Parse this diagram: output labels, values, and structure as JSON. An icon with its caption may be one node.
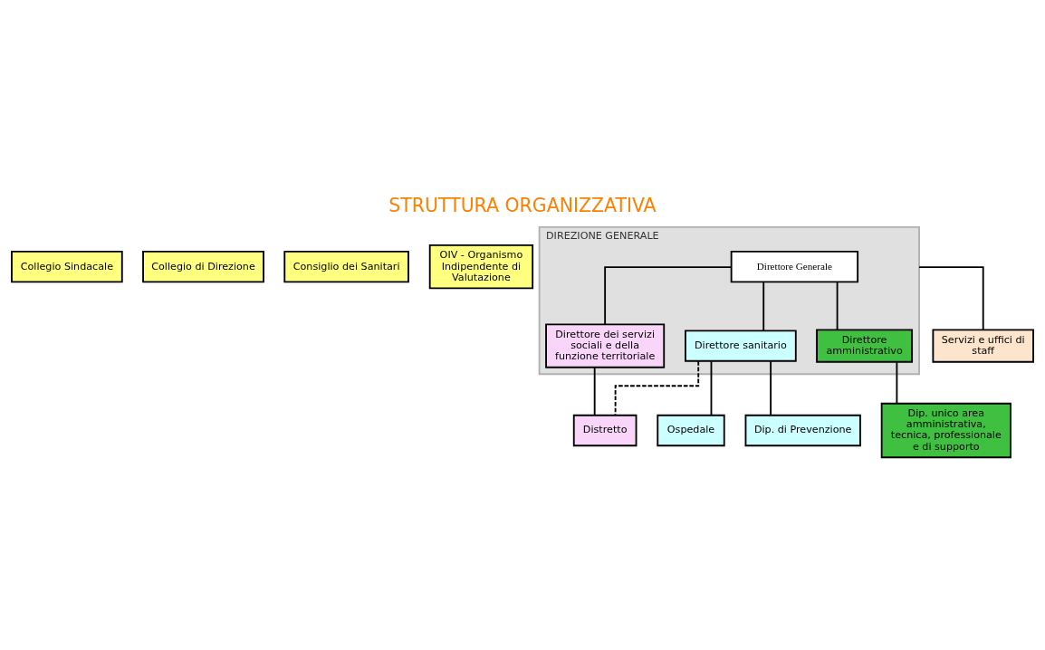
{
  "diagram": {
    "title": "STRUTTURA ORGANIZZATIVA",
    "nodes": [
      {
        "text": [
          "Collegio Sindacale"
        ]
      },
      {
        "text": [
          "Collegio di Direzione"
        ]
      },
      {
        "text": [
          "Consiglio dei Sanitari"
        ]
      },
      {
        "text": [
          "OIV - Organismo Indipendente di Valutazione"
        ]
      },
      {
        "text": [
          "DIREZIONE GENERALE"
        ]
      },
      {
        "text": [
          "Direttore Generale"
        ],
        "in": 4
      },
      {
        "text": [
          "Direttore dei servizi sociali e della funzione territoriale"
        ],
        "in": 4
      },
      {
        "text": [
          "Direttore sanitario"
        ],
        "in": 4
      },
      {
        "text": [
          "Direttore amministrativo"
        ],
        "in": 4
      },
      {
        "text": [
          "Servizi e uffici di staff"
        ]
      },
      {
        "text": [
          "Distretto"
        ]
      },
      {
        "text": [
          "Ospedale"
        ]
      },
      {
        "text": [
          "Dip. di Prevenzione"
        ]
      },
      {
        "text": [
          "Dip. unico area amministrativa, tecnica, professionale e di supporto"
        ]
      }
    ],
    "edges": [
      {
        "from": 5,
        "to": 6,
        "arrow": "none"
      },
      {
        "from": 5,
        "to": 7,
        "arrow": "none"
      },
      {
        "from": 5,
        "to": 8,
        "arrow": "none"
      },
      {
        "from": 4,
        "to": 9,
        "arrow": "none"
      },
      {
        "from": 6,
        "to": 10,
        "arrow": "none"
      },
      {
        "from": 7,
        "to": 10,
        "arrow": "none",
        "style": "dashed"
      },
      {
        "from": 7,
        "to": 11,
        "arrow": "none"
      },
      {
        "from": 7,
        "to": 12,
        "arrow": "none"
      },
      {
        "from": 8,
        "to": 13,
        "arrow": "none"
      }
    ]
  }
}
